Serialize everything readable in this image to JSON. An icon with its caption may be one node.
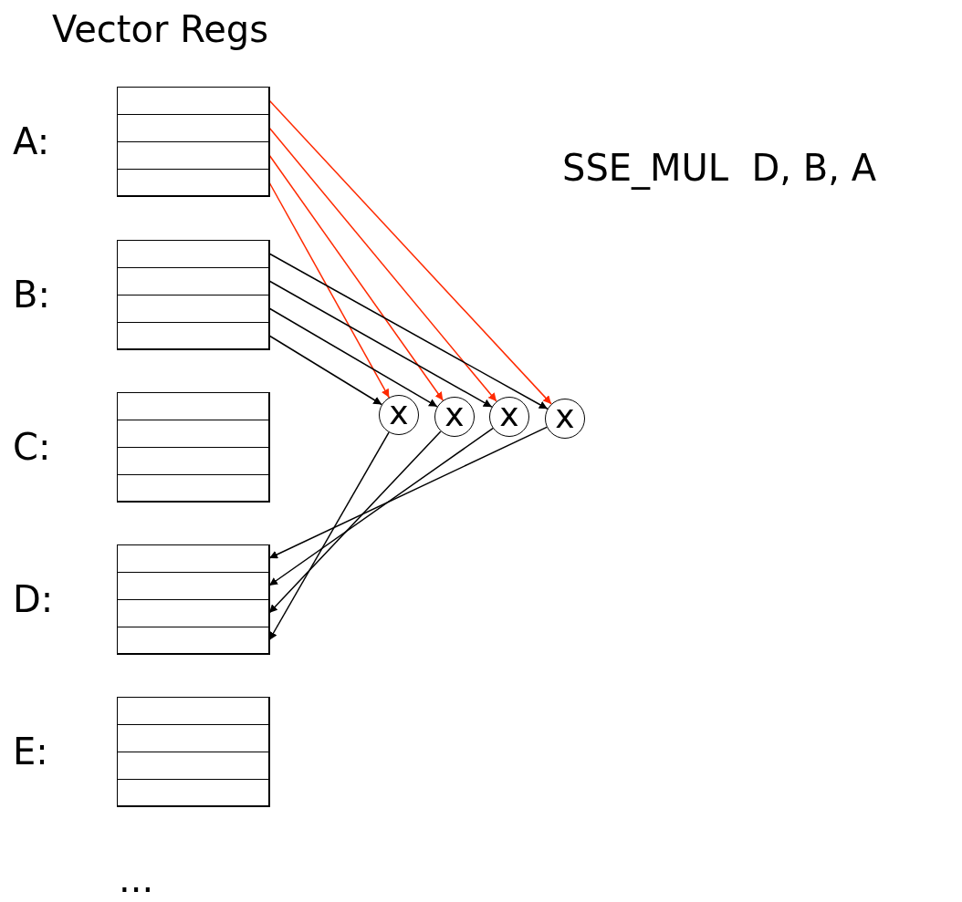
{
  "diagram": {
    "title": "Vector Regs",
    "nodes": [
      {
        "text": [],
        "shape": "box",
        "beside": [
          "A:"
        ]
      },
      {
        "text": [],
        "shape": "box",
        "in": 0
      },
      {
        "text": [],
        "shape": "box",
        "in": 0
      },
      {
        "text": [],
        "shape": "box",
        "in": 0
      },
      {
        "text": [],
        "shape": "box",
        "in": 0
      },
      {
        "text": [],
        "shape": "box",
        "beside": [
          "B:"
        ]
      },
      {
        "text": [],
        "shape": "box",
        "in": 5
      },
      {
        "text": [],
        "shape": "box",
        "in": 5
      },
      {
        "text": [],
        "shape": "box",
        "in": 5
      },
      {
        "text": [],
        "shape": "box",
        "in": 5
      },
      {
        "text": [],
        "shape": "box",
        "beside": [
          "C:"
        ]
      },
      {
        "text": [],
        "shape": "box",
        "in": 10
      },
      {
        "text": [],
        "shape": "box",
        "in": 10
      },
      {
        "text": [],
        "shape": "box",
        "in": 10
      },
      {
        "text": [],
        "shape": "box",
        "in": 10
      },
      {
        "text": [],
        "shape": "box",
        "beside": [
          "D:"
        ]
      },
      {
        "text": [],
        "shape": "box",
        "in": 15
      },
      {
        "text": [],
        "shape": "box",
        "in": 15
      },
      {
        "text": [],
        "shape": "box",
        "in": 15
      },
      {
        "text": [],
        "shape": "box",
        "in": 15
      },
      {
        "text": [],
        "shape": "box",
        "beside": [
          "E:"
        ]
      },
      {
        "text": [],
        "shape": "box",
        "in": 20
      },
      {
        "text": [],
        "shape": "box",
        "in": 20
      },
      {
        "text": [],
        "shape": "box",
        "in": 20
      },
      {
        "text": [],
        "shape": "box",
        "in": 20
      },
      {
        "text": [
          "x"
        ]
      },
      {
        "text": [
          "x"
        ]
      },
      {
        "text": [
          "x"
        ]
      },
      {
        "text": [
          "x"
        ]
      }
    ],
    "edges": [
      {
        "from": 1,
        "to": 28,
        "arrow": "to",
        "color": "#ff2a00"
      },
      {
        "from": 2,
        "to": 27,
        "arrow": "to",
        "color": "#ff2a00"
      },
      {
        "from": 3,
        "to": 26,
        "arrow": "to",
        "color": "#ff2a00"
      },
      {
        "from": 4,
        "to": 25,
        "arrow": "to",
        "color": "#ff2a00"
      },
      {
        "from": 6,
        "to": 28,
        "arrow": "to"
      },
      {
        "from": 7,
        "to": 27,
        "arrow": "to"
      },
      {
        "from": 8,
        "to": 26,
        "arrow": "to"
      },
      {
        "from": 9,
        "to": 25,
        "arrow": "to"
      },
      {
        "from": 25,
        "to": 19,
        "arrow": "to"
      },
      {
        "from": 26,
        "to": 18,
        "arrow": "to"
      },
      {
        "from": 27,
        "to": 17,
        "arrow": "to"
      },
      {
        "from": 28,
        "to": 16,
        "arrow": "to"
      }
    ],
    "labels": [
      "SSE_MUL  D, B, A",
      "..."
    ]
  }
}
